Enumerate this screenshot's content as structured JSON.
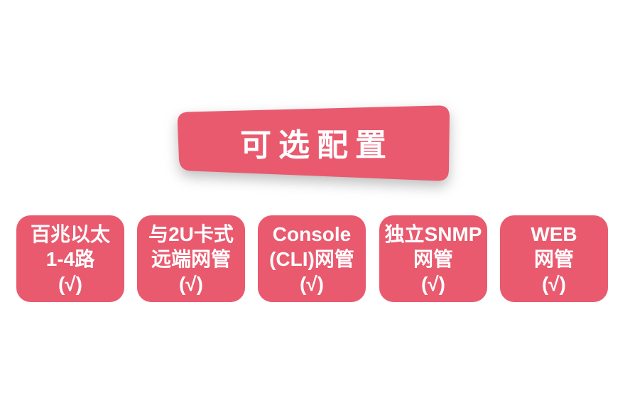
{
  "title_banner": {
    "label": "可选配置"
  },
  "cards": [
    {
      "lines": [
        "百兆以太",
        "1-4路",
        "(√)"
      ]
    },
    {
      "lines": [
        "与2U卡式",
        "远端网管",
        "(√)"
      ]
    },
    {
      "lines": [
        "Console",
        "(CLI)网管",
        "(√)"
      ]
    },
    {
      "lines": [
        "独立SNMP",
        "网管",
        "(√)"
      ]
    },
    {
      "lines": [
        "WEB",
        "网管",
        "(√)"
      ]
    }
  ],
  "colors": {
    "primary_pink": "#E95A6F",
    "text_white": "#FFFFFF",
    "background": "#FFFFFF"
  }
}
